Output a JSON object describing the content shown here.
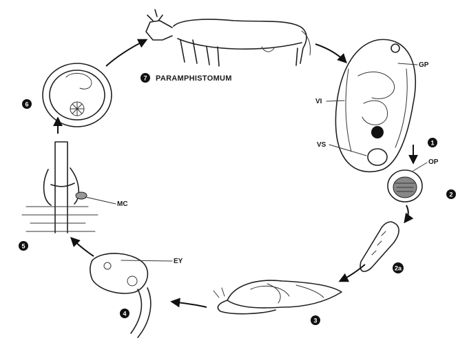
{
  "title": "PARAMPHISTOMUM",
  "stages": {
    "s1": "1",
    "s2": "2",
    "s2a": "2a",
    "s3": "3",
    "s4": "4",
    "s5": "5",
    "s6": "6",
    "s7": "7"
  },
  "labels": {
    "gp": "GP",
    "vi": "VI",
    "vs": "VS",
    "op": "OP",
    "ey": "EY",
    "mc": "MC"
  },
  "colors": {
    "ink": "#1f1f1f",
    "background": "#ffffff"
  }
}
